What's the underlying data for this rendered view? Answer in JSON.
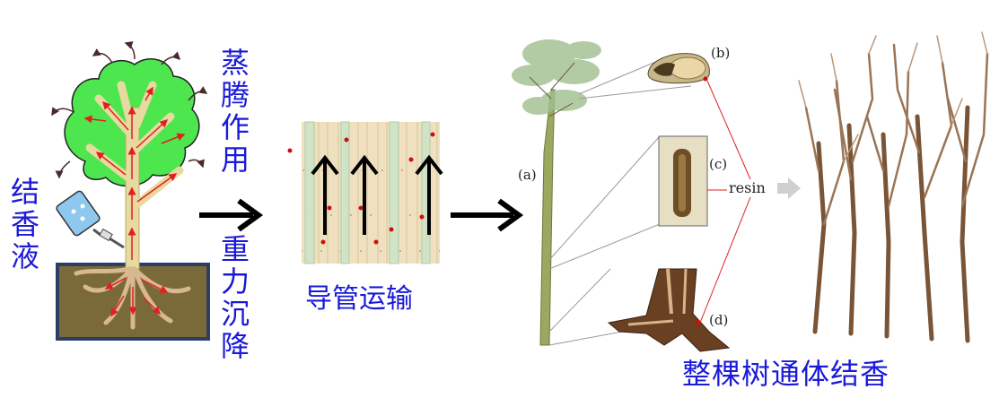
{
  "labels": {
    "jiexiangye": "结香液",
    "zhengteng": "蒸腾作用",
    "zhongli": "重力沉降",
    "daoguan": "导管运输",
    "zhengke": "整棵树通体结香"
  },
  "panel_tags": {
    "a": "(a)",
    "b": "(b)",
    "c": "(c)",
    "d": "(d)",
    "resin": "resin"
  },
  "colors": {
    "label_blue": "#1a1ad8",
    "canopy_green": "#4ee64e",
    "flow_red": "#e02020",
    "soil": "#7a6a3a",
    "trunk": "#e8d9a0"
  }
}
